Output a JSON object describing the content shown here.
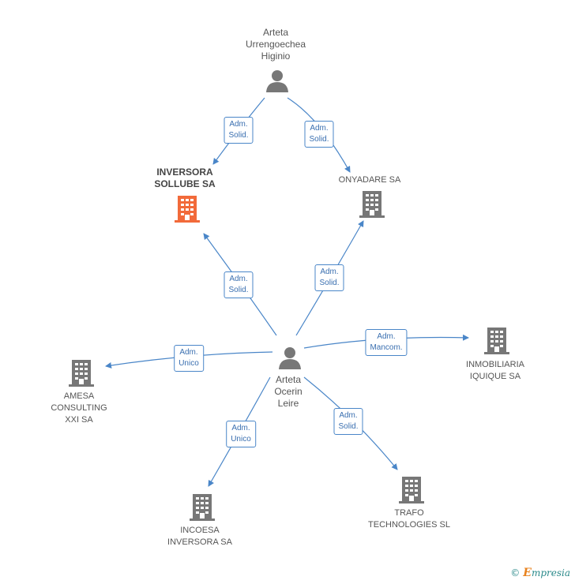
{
  "nodes": {
    "higinio": {
      "label": "Arteta\nUrrengoechea\nHiginio",
      "kind": "person"
    },
    "leire": {
      "label": "Arteta\nOcerin\nLeire",
      "kind": "person"
    },
    "inversora_sollube": {
      "label": "INVERSORA\nSOLLUBE SA",
      "kind": "company-main"
    },
    "onyadare": {
      "label": "ONYADARE SA",
      "kind": "company"
    },
    "inmobiliaria": {
      "label": "INMOBILIARIA\nIQUIQUE SA",
      "kind": "company"
    },
    "amesa": {
      "label": "AMESA\nCONSULTING\nXXI SA",
      "kind": "company"
    },
    "incoesa": {
      "label": "INCOESA\nINVERSORA SA",
      "kind": "company"
    },
    "trafo": {
      "label": "TRAFO\nTECHNOLOGIES SL",
      "kind": "company"
    }
  },
  "edges": [
    {
      "from": "higinio",
      "to": "inversora_sollube",
      "label": "Adm.\nSolid."
    },
    {
      "from": "higinio",
      "to": "onyadare",
      "label": "Adm.\nSolid."
    },
    {
      "from": "leire",
      "to": "inversora_sollube",
      "label": "Adm.\nSolid."
    },
    {
      "from": "leire",
      "to": "onyadare",
      "label": "Adm.\nSolid."
    },
    {
      "from": "leire",
      "to": "inmobiliaria",
      "label": "Adm.\nMancom."
    },
    {
      "from": "leire",
      "to": "amesa",
      "label": "Adm.\nUnico"
    },
    {
      "from": "leire",
      "to": "incoesa",
      "label": "Adm.\nUnico"
    },
    {
      "from": "leire",
      "to": "trafo",
      "label": "Adm.\nSolid."
    }
  ],
  "colors": {
    "edge": "#4a86c8",
    "icon": "#777777",
    "icon_main": "#f26a3a"
  },
  "brand": {
    "symbol": "©",
    "initial": "E",
    "rest": "mpresia"
  }
}
